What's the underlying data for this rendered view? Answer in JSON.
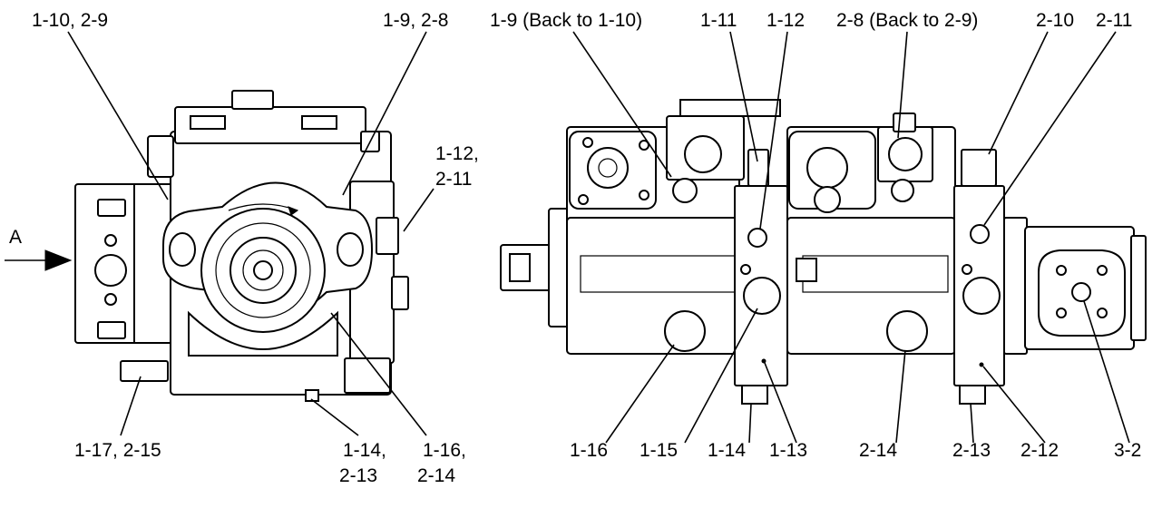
{
  "view_marker": "A",
  "left_view": {
    "labels": {
      "l_1_10_2_9": "1-10, 2-9",
      "l_1_9_2_8": "1-9, 2-8",
      "l_1_12_line1": "1-12,",
      "l_1_12_line2": "2-11",
      "l_1_17_2_15": "1-17, 2-15",
      "l_1_14_line1": "1-14,",
      "l_1_14_line2": "2-13",
      "l_1_16_line1": "1-16,",
      "l_1_16_line2": "2-14"
    }
  },
  "right_view": {
    "labels": {
      "l_1_9_back": "1-9 (Back to 1-10)",
      "l_1_11": "1-11",
      "l_1_12": "1-12",
      "l_2_8_back": "2-8 (Back to 2-9)",
      "l_2_10": "2-10",
      "l_2_11": "2-11",
      "l_1_16": "1-16",
      "l_1_15": "1-15",
      "l_1_14": "1-14",
      "l_1_13": "1-13",
      "l_2_14": "2-14",
      "l_2_13": "2-13",
      "l_2_12": "2-12",
      "l_3_2": "3-2"
    }
  }
}
